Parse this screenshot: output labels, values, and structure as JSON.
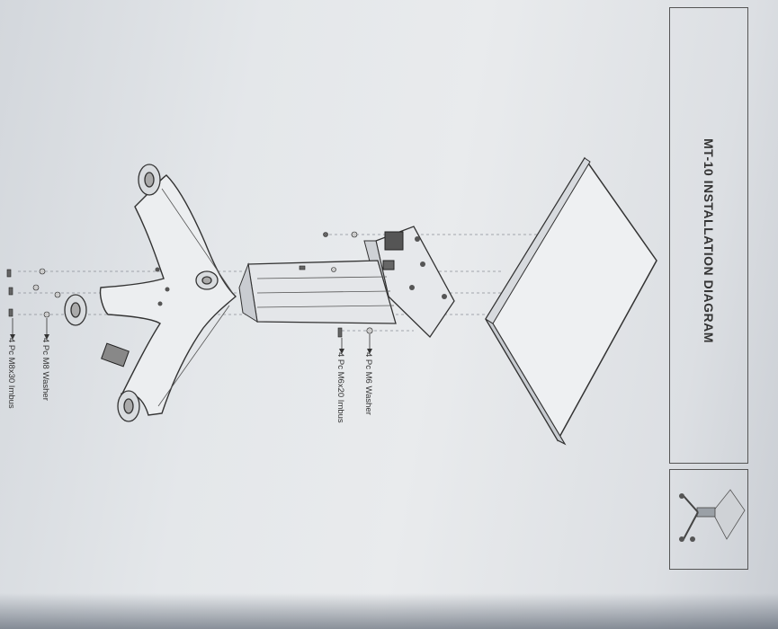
{
  "document": {
    "title": "MT-10 INSTALLATION DIAGRAM"
  },
  "parts": [
    {
      "label": "4 Pc M6 Washer"
    },
    {
      "label": "4 Pc M6x20 Imbus"
    },
    {
      "label": "4 Pc M8 Washer"
    },
    {
      "label": "4 Pc M8x30 Imbus"
    }
  ],
  "components": [
    "table-top",
    "mounting-plate",
    "column",
    "base-frame",
    "caster"
  ]
}
